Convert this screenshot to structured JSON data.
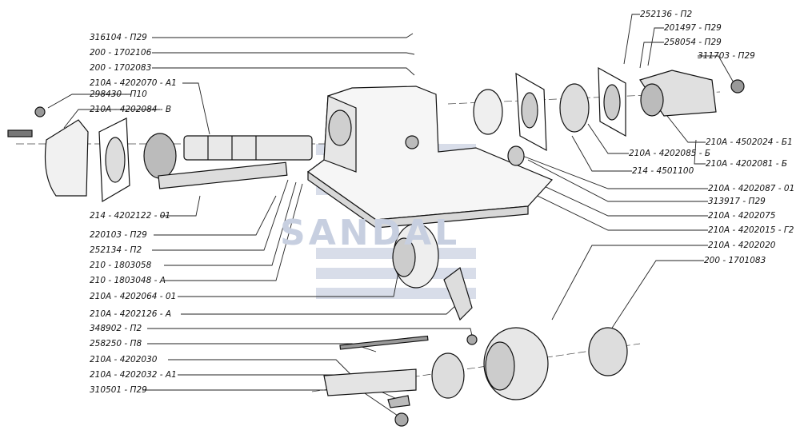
{
  "watermark": {
    "text": "SANDAL",
    "color": "#c7cfe0"
  },
  "labels_left": [
    "316104 - П29",
    "200 - 1702106",
    "200 - 1702083",
    "210А - 4202070 - А1",
    "298430 - П10",
    "210А - 4202084 - В",
    "214 - 4202122 - 01",
    "220103 - П29",
    "252134 - П2",
    "210 - 1803058",
    "210 - 1803048 - А",
    "210А - 4202064 - 01",
    "210А - 4202126 - А",
    "348902 - П2",
    "258250 - П8",
    "210А - 4202030",
    "210А - 4202032 - А1",
    "310501 - П29"
  ],
  "labels_right": [
    "252136 - П2",
    "201497 - П29",
    "258054 - П29",
    "311703 - П29",
    "210А - 4502024 - Б1",
    "210А - 4202085 - Б",
    "210А - 4202081 - Б",
    "214 - 4501100",
    "210А - 4202087 - 01",
    "313917 - П29",
    "210А - 4202075",
    "210А - 4202015 - Г2",
    "210А - 4202020",
    "200  -  1701083"
  ]
}
